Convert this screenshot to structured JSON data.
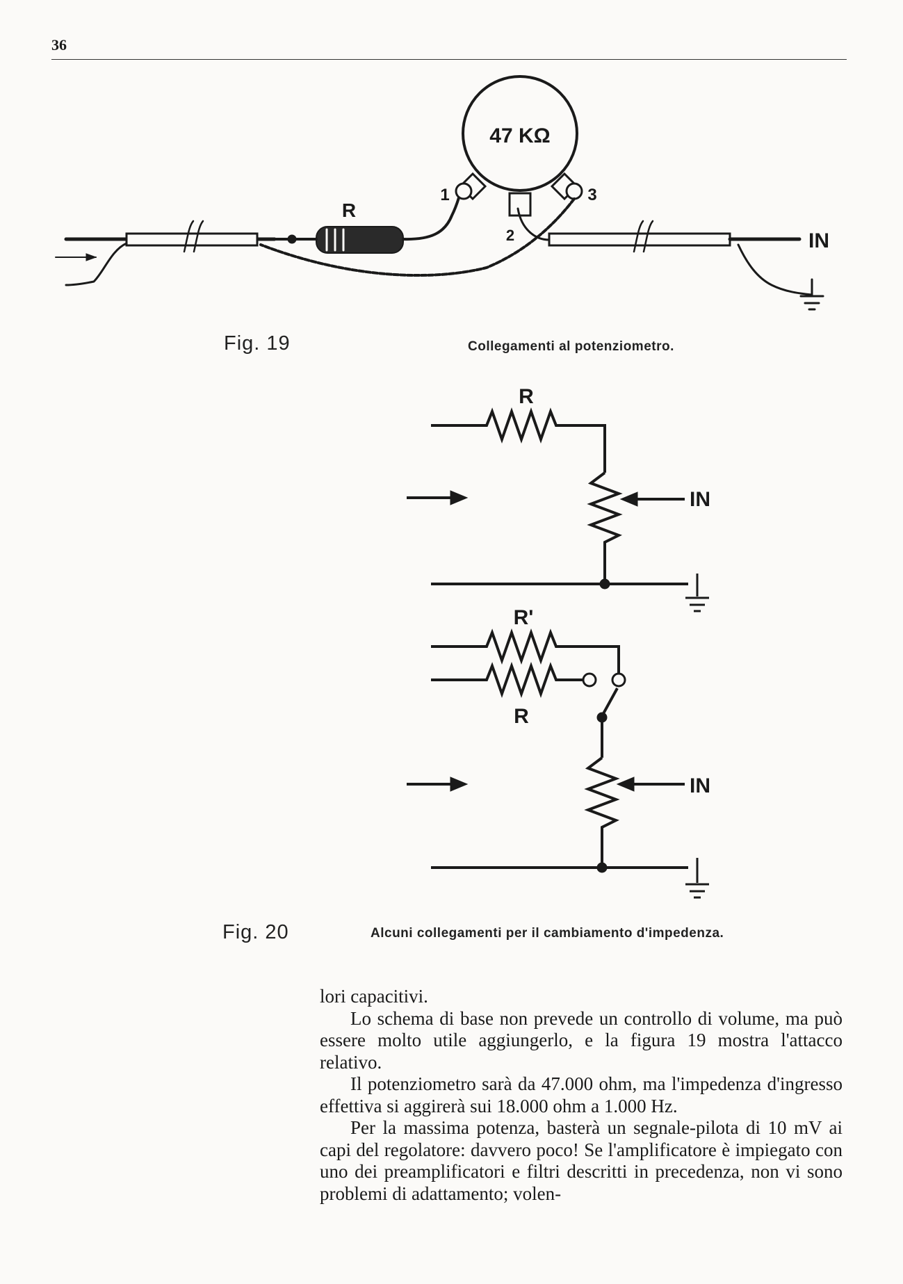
{
  "page": {
    "number": "36"
  },
  "fig19": {
    "label": "Fig. 19",
    "caption": "Collegamenti al potenziometro.",
    "pot_value": "47 KΩ",
    "resistor_label": "R",
    "pin1": "1",
    "pin2": "2",
    "pin3": "3",
    "in_label": "IN"
  },
  "fig20": {
    "label": "Fig. 20",
    "caption": "Alcuni collegamenti per il cambiamento d'impedenza.",
    "r_top": "R",
    "in_top": "IN",
    "r_prime": "R'",
    "r_bottom": "R",
    "in_bottom": "IN"
  },
  "body": {
    "paragraphs": [
      "lori capacitivi.",
      "Lo schema di base non prevede un controllo di volume, ma può essere molto utile aggiungerlo, e la figura 19 mostra l'attacco relativo.",
      "Il potenziometro sarà da 47.000 ohm, ma l'impedenza d'ingresso effettiva si aggirerà sui 18.000 ohm a 1.000 Hz.",
      "Per la massima potenza, basterà un segnale-pilota di 10 mV ai capi del regolatore: davvero poco! Se l'amplificatore è impiegato con uno dei preamplificatori e filtri descritti in precedenza, non vi sono problemi di adattamento; volen-"
    ]
  }
}
